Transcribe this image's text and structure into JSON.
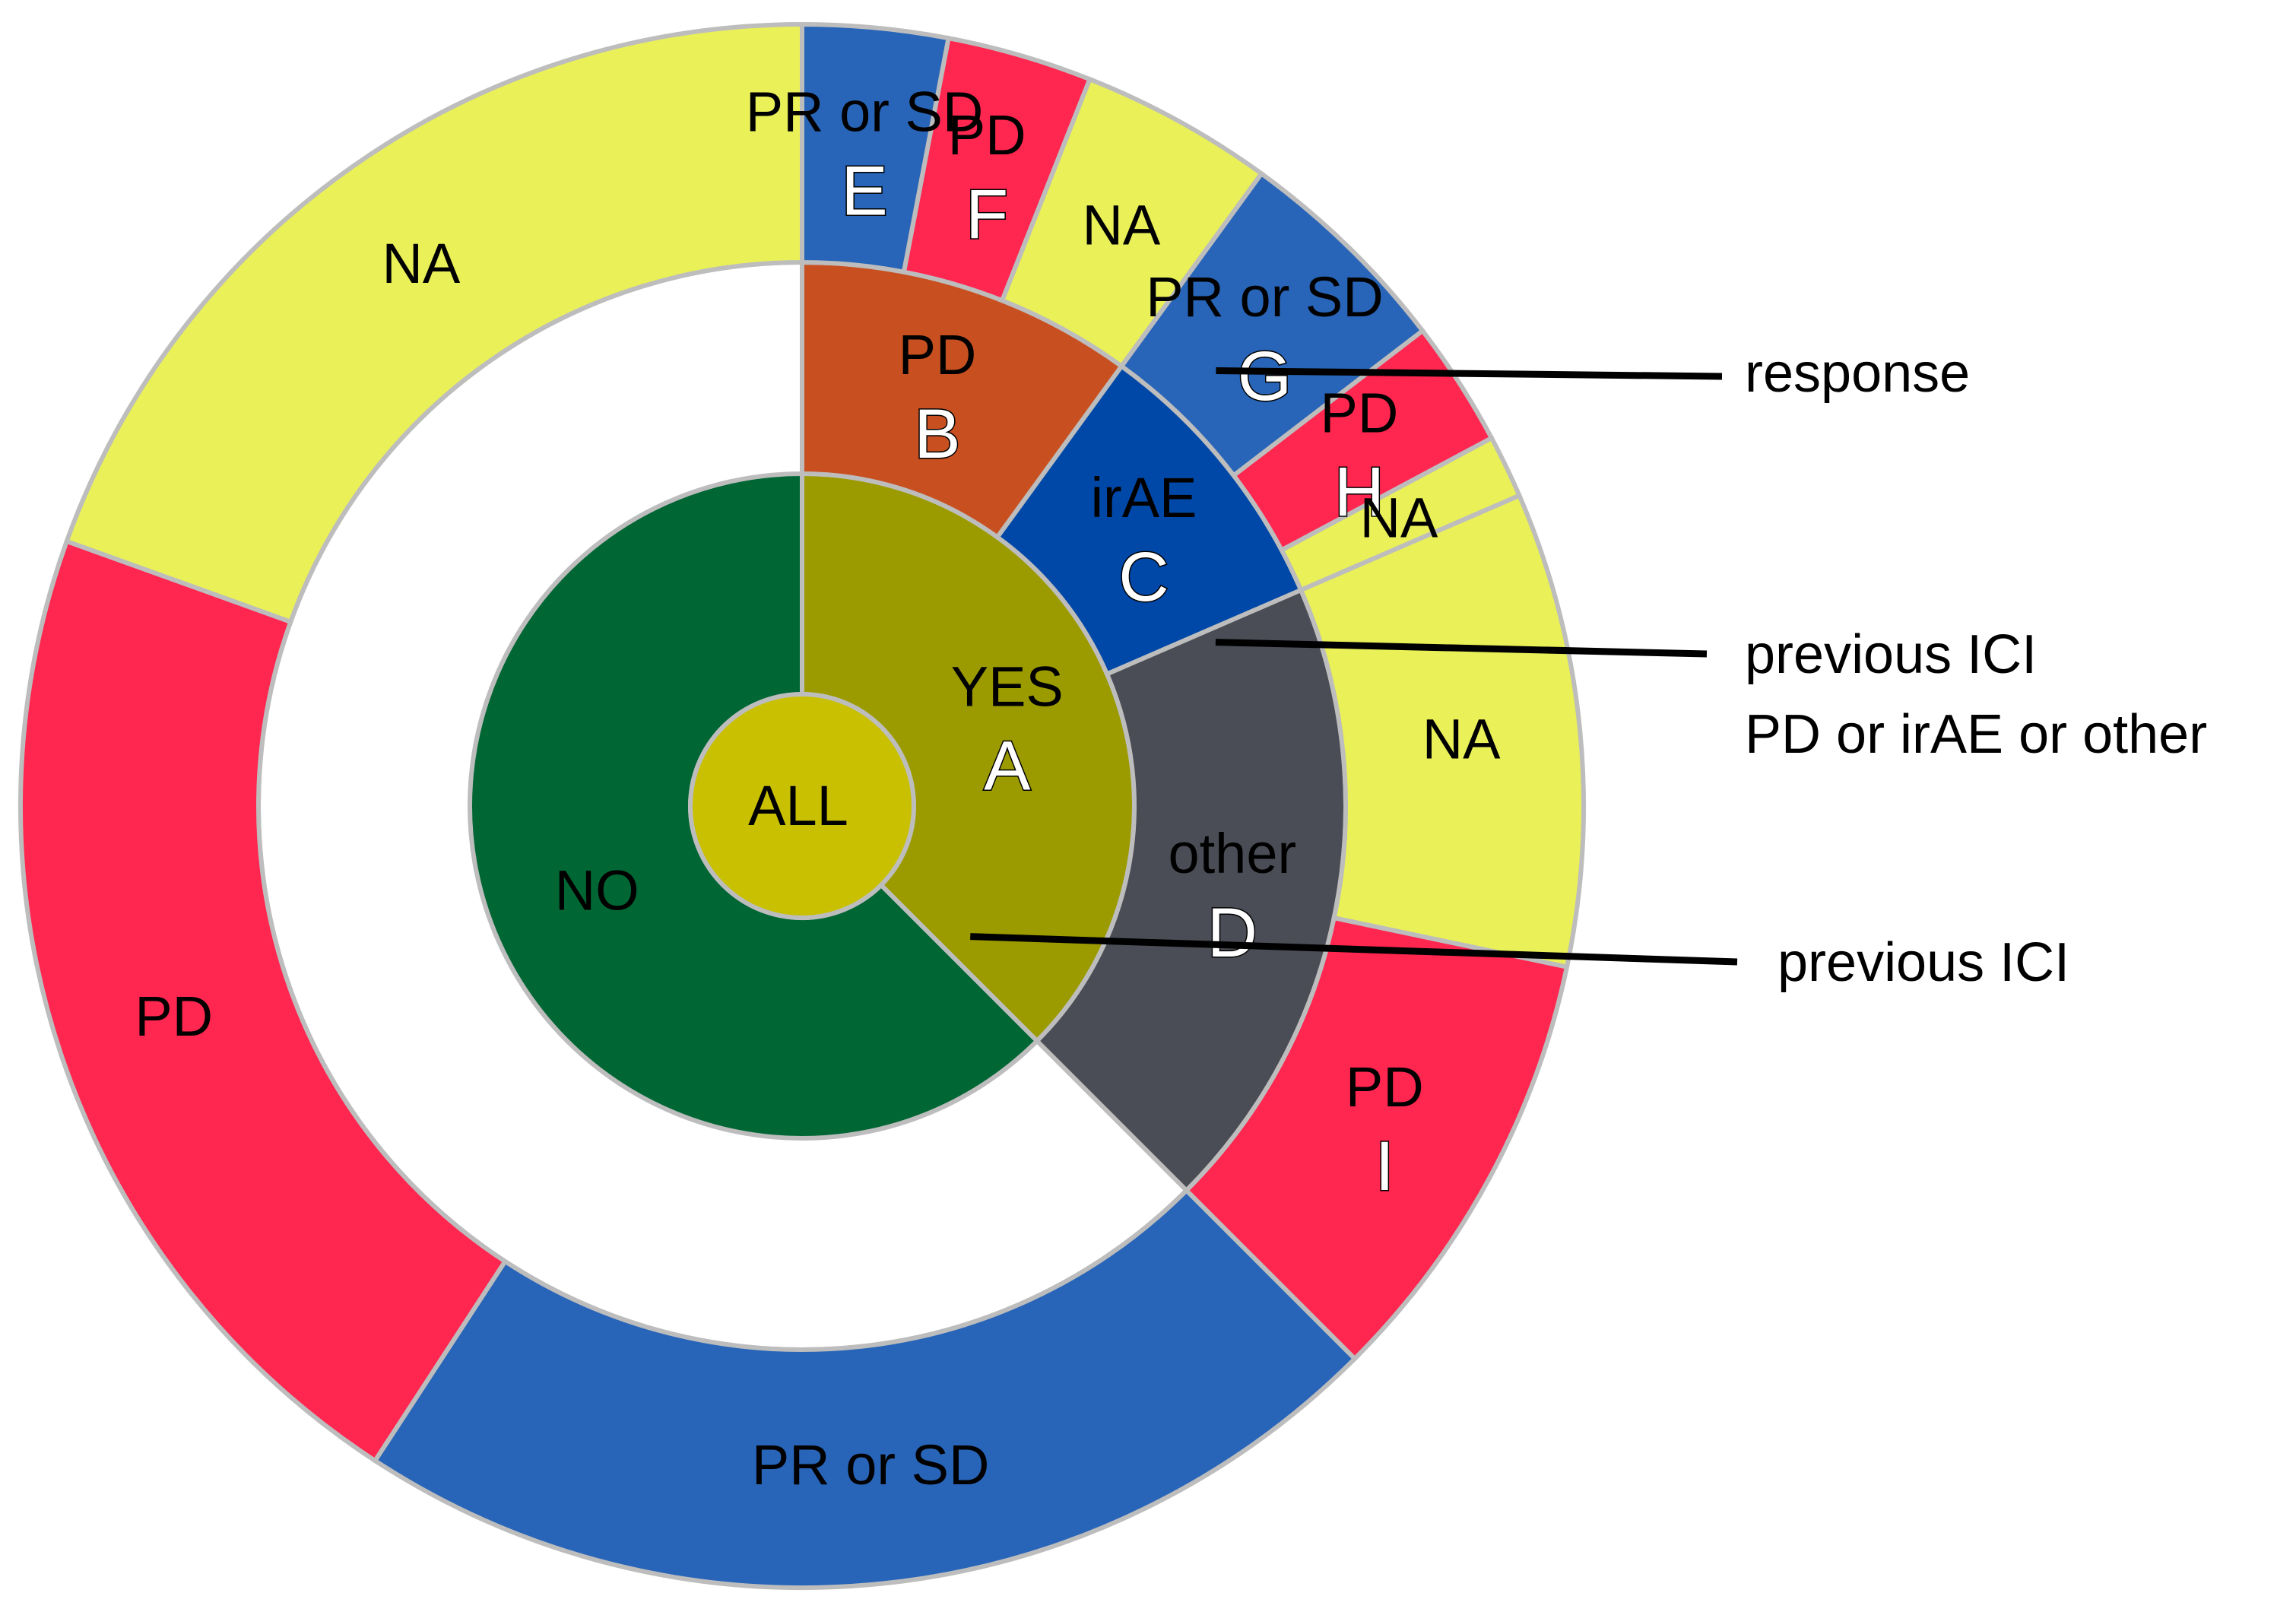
{
  "chart_data": {
    "type": "sunburst",
    "center": {
      "label": "ALL",
      "color": "#c8c000"
    },
    "rings": [
      {
        "level": 1,
        "segments": [
          {
            "label": "YES",
            "letter": "A",
            "start": 0.0,
            "end": 0.375,
            "color": "#9b9b00"
          },
          {
            "label": "NO",
            "letter": "",
            "start": 0.375,
            "end": 1.0,
            "color": "#006633"
          }
        ]
      },
      {
        "level": 2,
        "segments": [
          {
            "label": "PD",
            "letter": "B",
            "start": 0.0,
            "end": 0.1,
            "color": "#c85020"
          },
          {
            "label": "irAE",
            "letter": "C",
            "start": 0.1,
            "end": 0.185,
            "color": "#0048a8"
          },
          {
            "label": "other",
            "letter": "D",
            "start": 0.185,
            "end": 0.375,
            "color": "#4a4d55"
          }
        ]
      },
      {
        "level": 3,
        "segments": [
          {
            "label": "PR or SD",
            "letter": "E",
            "start": 0.0,
            "end": 0.03,
            "color": "#2865b8"
          },
          {
            "label": "PD",
            "letter": "F",
            "start": 0.03,
            "end": 0.06,
            "color": "#ff2650"
          },
          {
            "label": "NA",
            "letter": "",
            "start": 0.06,
            "end": 0.1,
            "color": "#eaf058"
          },
          {
            "label": "PR or SD",
            "letter": "G",
            "start": 0.1,
            "end": 0.146,
            "color": "#2865b8"
          },
          {
            "label": "PD",
            "letter": "H",
            "start": 0.146,
            "end": 0.172,
            "color": "#ff2650"
          },
          {
            "label": "NA",
            "letter": "",
            "start": 0.172,
            "end": 0.185,
            "color": "#eaf058"
          },
          {
            "label": "NA",
            "letter": "",
            "start": 0.185,
            "end": 0.283,
            "color": "#eaf058"
          },
          {
            "label": "PD",
            "letter": "I",
            "start": 0.283,
            "end": 0.375,
            "color": "#ff2650"
          },
          {
            "label": "PR or SD",
            "letter": "",
            "start": 0.375,
            "end": 0.592,
            "color": "#2865b8"
          },
          {
            "label": "PD",
            "letter": "",
            "start": 0.592,
            "end": 0.805,
            "color": "#ff2650"
          },
          {
            "label": "NA",
            "letter": "",
            "start": 0.805,
            "end": 1.0,
            "color": "#eaf058"
          }
        ]
      }
    ],
    "annotations": [
      {
        "lines": [
          "response"
        ],
        "ring": 3
      },
      {
        "lines": [
          "previous ICI",
          "PD or irAE or other"
        ],
        "ring": 2
      },
      {
        "lines": [
          "previous ICI"
        ],
        "ring": 1
      }
    ]
  }
}
